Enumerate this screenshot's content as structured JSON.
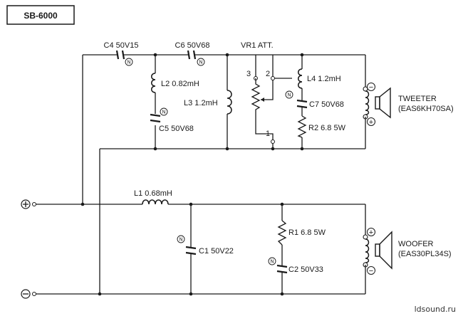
{
  "title": "SB-6000",
  "vr1_label": "VR1 ATT.",
  "vr1_pins": [
    "1",
    "2",
    "3"
  ],
  "nonpolar_mark": "N",
  "components": {
    "c4": "C4 50V15",
    "c6": "C6 50V68",
    "l2": "L2 0.82mH",
    "l3": "L3 1.2mH",
    "l4": "L4 1.2mH",
    "c5": "C5 50V68",
    "c7": "C7 50V68",
    "r2": "R2 6.8 5W",
    "l1": "L1 0.68mH",
    "c1": "C1 50V22",
    "r1": "R1 6.8 5W",
    "c2": "C2 50V33"
  },
  "tweeter": {
    "name": "TWEETER",
    "model": "(EAS6KH70SA)"
  },
  "woofer": {
    "name": "WOOFER",
    "model": "(EAS30PL34S)"
  },
  "polarity": {
    "plus": "+",
    "minus": "−"
  },
  "watermark": "ldsound.ru",
  "colors": {
    "ink": "#1a1a1a",
    "background": "#ffffff"
  }
}
